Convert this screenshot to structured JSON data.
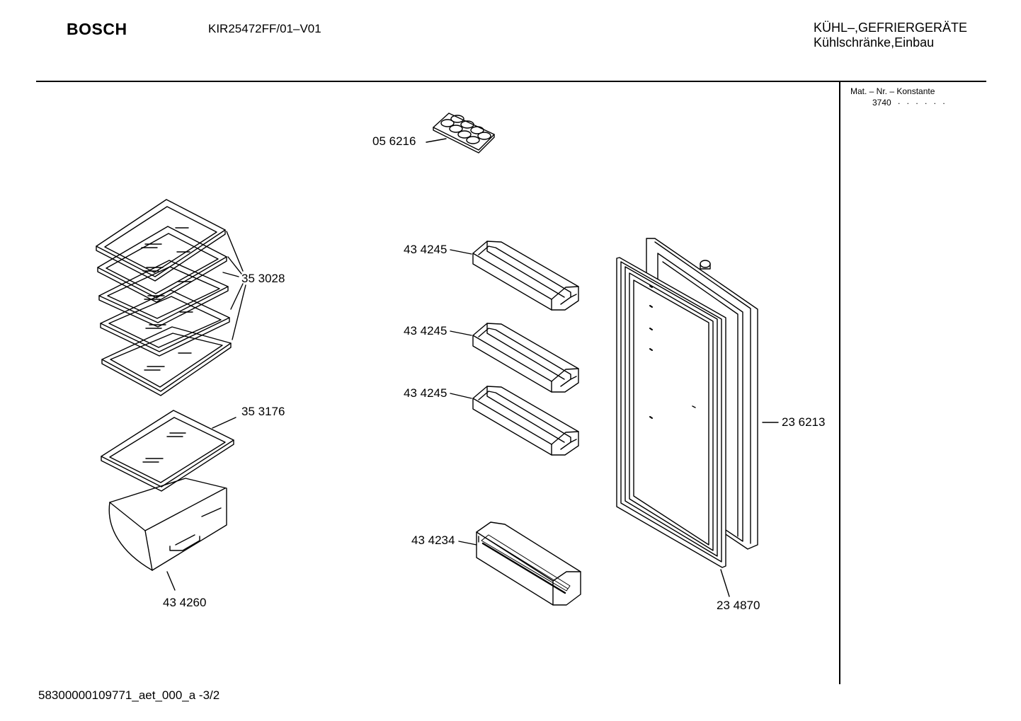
{
  "header": {
    "brand": "BOSCH",
    "model": "KIR25472FF/01–V01",
    "category_line1": "KÜHL–,GEFRIERGERÄTE",
    "category_line2": "Kühlschränke,Einbau"
  },
  "side_panel": {
    "mat_label": "Mat. – Nr. – Konstante",
    "mat_value": "3740",
    "mat_dots": ". .   . . . ."
  },
  "parts": {
    "egg_tray": "05 6216",
    "glass_shelves": "35 3028",
    "glass_shelf_cover": "35 3176",
    "crisper_drawer": "43 4260",
    "door_shelf_1": "43 4245",
    "door_shelf_2": "43 4245",
    "door_shelf_3": "43 4245",
    "bottle_shelf": "43 4234",
    "door_inner_liner": "23 6213",
    "door_gasket": "23 4870"
  },
  "footer": {
    "document_id": "58300000109771_aet_000_a  -3/2"
  }
}
